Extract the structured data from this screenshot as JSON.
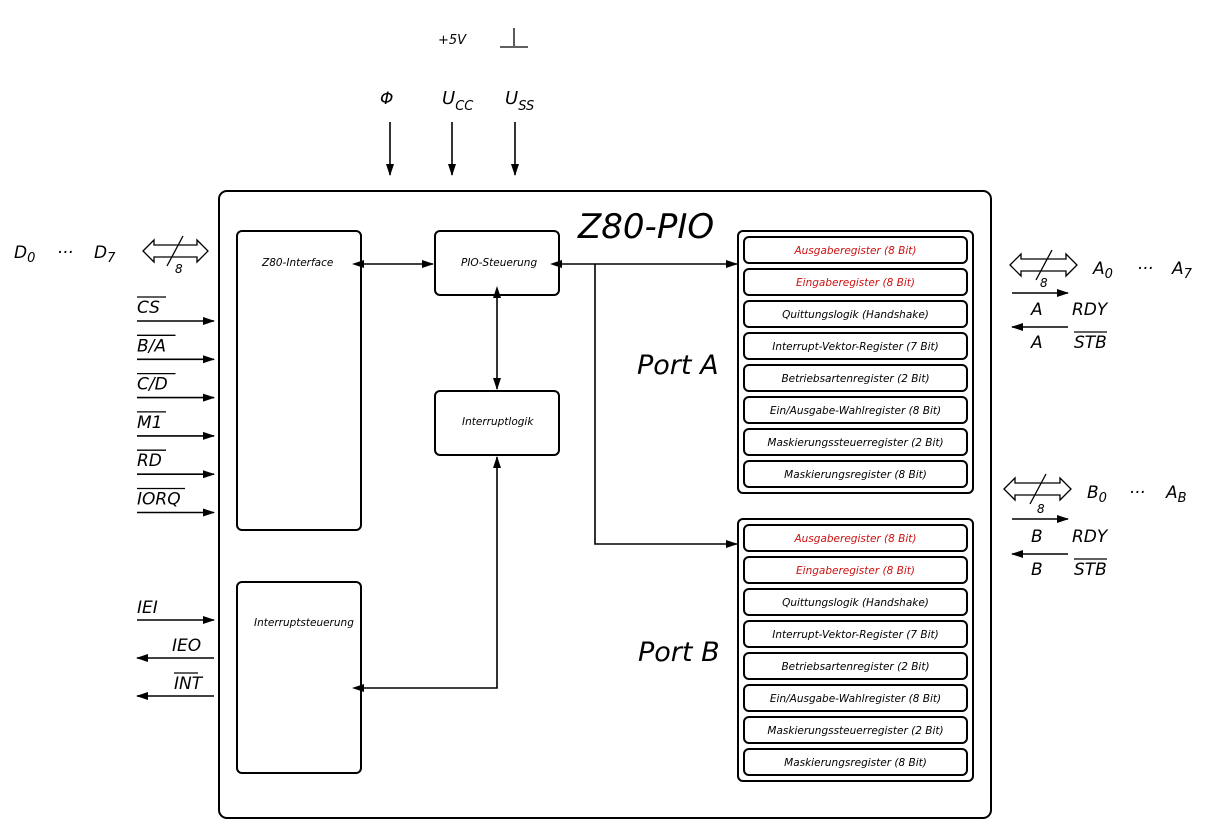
{
  "title": "Z80-PIO",
  "power": {
    "plus5v": "+5V",
    "phi": "Φ",
    "ucc_main": "U",
    "ucc_sub": "CC",
    "uss_main": "U",
    "uss_sub": "SS"
  },
  "blocks": {
    "z80_interface": "Z80-Interface",
    "pio_steuerung": "PIO-Steuerung",
    "interruptlogik": "Interruptlogik",
    "interruptsteuerung": "Interruptsteuerung"
  },
  "data_bus": {
    "d0_main": "D",
    "d0_sub": "0",
    "ellipsis": "···",
    "d7_main": "D",
    "d7_sub": "7",
    "width": "8"
  },
  "control_pins": [
    "CS",
    "B/A",
    "C/D",
    "M1",
    "RD",
    "IORQ"
  ],
  "interrupt_pins": {
    "iei": "IEI",
    "ieo": "IEO",
    "int": "INT"
  },
  "port_a": {
    "label": "Port A",
    "registers": [
      "Ausgaberegister (8 Bit)",
      "Eingaberegister (8 Bit)",
      "Quittungslogik (Handshake)",
      "Interrupt-Vektor-Register (7 Bit)",
      "Betriebsartenregister (2 Bit)",
      "Ein/Ausgabe-Wahlregister (8 Bit)",
      "Maskierungssteuerregister (2 Bit)",
      "Maskierungsregister (8 Bit)"
    ],
    "bus_width": "8",
    "bus_first_main": "A",
    "bus_first_sub": "0",
    "ellipsis": "···",
    "bus_last_main": "A",
    "bus_last_sub": "7",
    "rdy_prefix": "A",
    "rdy": "RDY",
    "stb_prefix": "A",
    "stb": "STB"
  },
  "port_b": {
    "label": "Port B",
    "registers": [
      "Ausgaberegister (8 Bit)",
      "Eingaberegister (8 Bit)",
      "Quittungslogik (Handshake)",
      "Interrupt-Vektor-Register (7 Bit)",
      "Betriebsartenregister (2 Bit)",
      "Ein/Ausgabe-Wahlregister (8 Bit)",
      "Maskierungssteuerregister (2 Bit)",
      "Maskierungsregister (8 Bit)"
    ],
    "bus_width": "8",
    "bus_first_main": "B",
    "bus_first_sub": "0",
    "ellipsis": "···",
    "bus_last_main": "A",
    "bus_last_sub": "B",
    "rdy_prefix": "B",
    "rdy": "RDY",
    "stb_prefix": "B",
    "stb": "STB"
  },
  "colors": {
    "line": "#000000",
    "highlight": "#cc1111"
  }
}
